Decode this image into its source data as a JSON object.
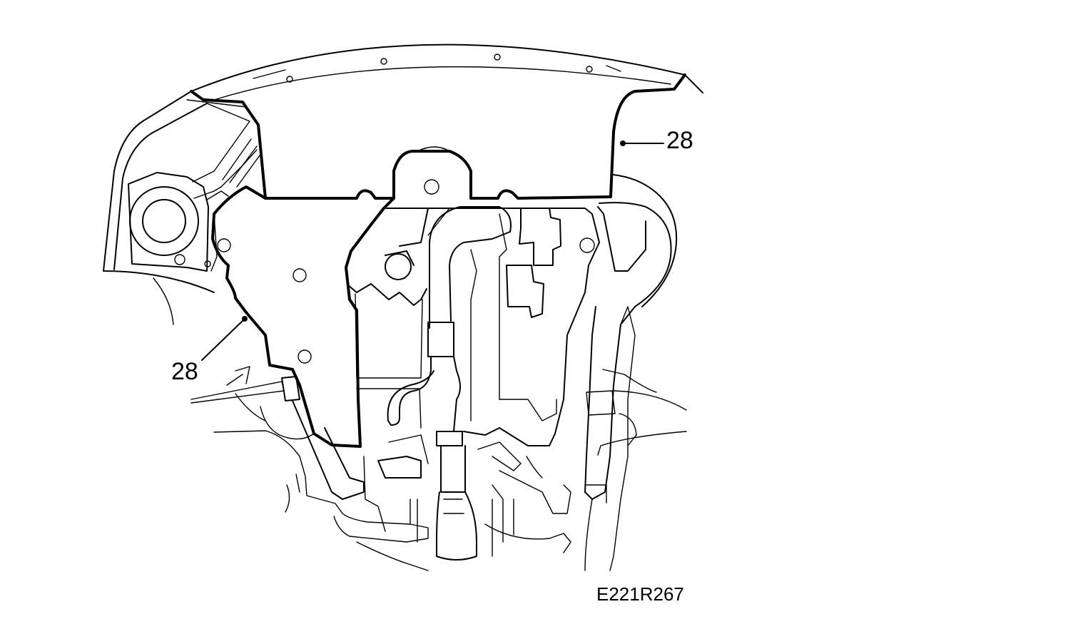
{
  "callouts": {
    "right_label": "28",
    "left_label": "28"
  },
  "figure": {
    "code": "E221R267"
  },
  "icons": {
    "drawing": "engine-underside-splash-shield-illustration"
  }
}
